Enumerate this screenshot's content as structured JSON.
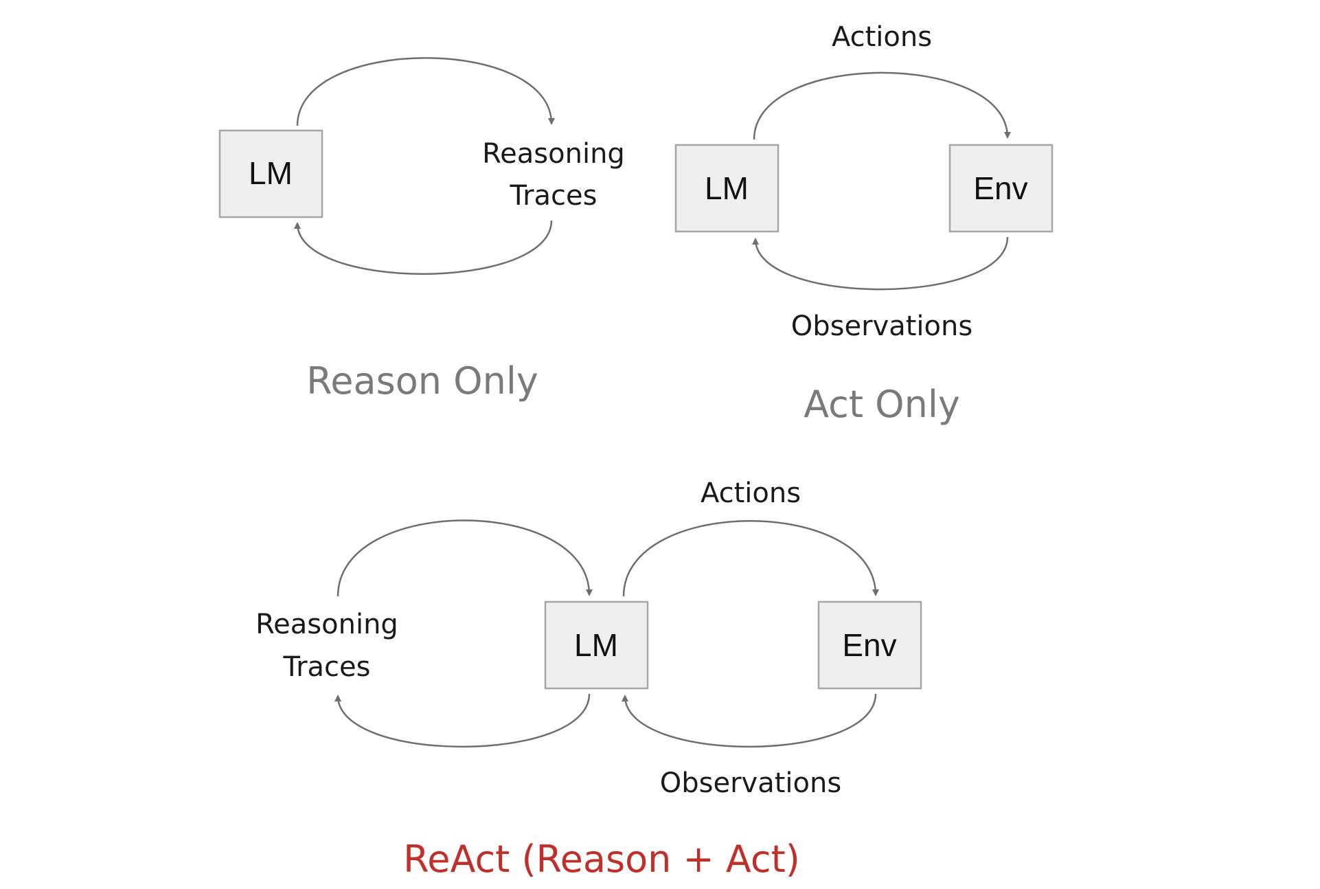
{
  "reason_only": {
    "lm_label": "LM",
    "traces_line1": "Reasoning",
    "traces_line2": "Traces",
    "title": "Reason Only",
    "title_color": "#7a7a7a"
  },
  "act_only": {
    "lm_label": "LM",
    "env_label": "Env",
    "actions_label": "Actions",
    "observations_label": "Observations",
    "title": "Act Only",
    "title_color": "#7a7a7a"
  },
  "react": {
    "lm_label": "LM",
    "env_label": "Env",
    "traces_line1": "Reasoning",
    "traces_line2": "Traces",
    "actions_label": "Actions",
    "observations_label": "Observations",
    "title": "ReAct (Reason + Act)",
    "title_color": "#c0302b"
  },
  "colors": {
    "box_fill": "#efefef",
    "box_stroke": "#a6a6a6",
    "arrow": "#6e6e6e"
  }
}
